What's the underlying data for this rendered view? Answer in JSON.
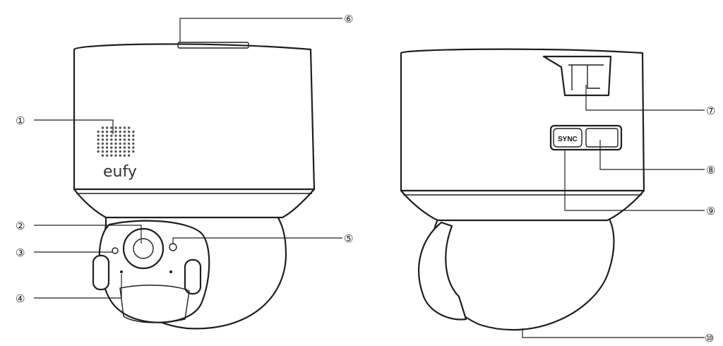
{
  "brand_logo": "eufy",
  "sync_button_label": "SYNC",
  "callouts": [
    "①",
    "②",
    "③",
    "④",
    "⑤",
    "⑥",
    "⑦",
    "⑧",
    "⑨",
    "⑩"
  ]
}
